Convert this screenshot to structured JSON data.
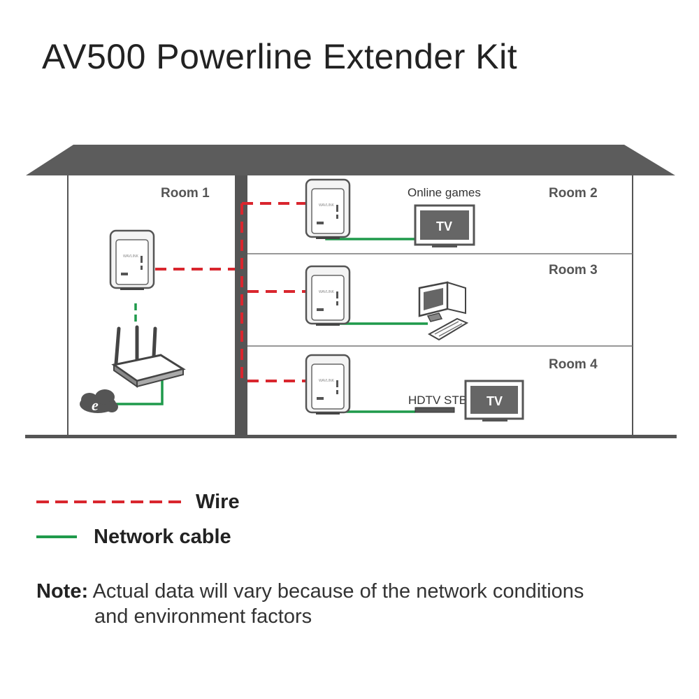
{
  "title": "AV500 Powerline Extender Kit",
  "rooms": [
    {
      "label": "Room 1"
    },
    {
      "label": "Room 2",
      "device_caption": "Online games",
      "screen_label": "TV"
    },
    {
      "label": "Room 3"
    },
    {
      "label": "Room 4",
      "device_caption": "HDTV STB",
      "screen_label": "TV"
    }
  ],
  "internet_glyph": "e",
  "adapter_brand": "WAVLINK",
  "legend": {
    "wire": {
      "label": "Wire",
      "color": "#d9262e",
      "style": "dashed"
    },
    "network_cable": {
      "label": "Network cable",
      "color": "#1f9a4b",
      "style": "solid"
    }
  },
  "note": {
    "label": "Note:",
    "line1": "Actual data will vary because of the network conditions",
    "line2": "and environment factors"
  },
  "colors": {
    "roof": "#5c5c5c",
    "walls": "#555555",
    "monitor_screen": "#666666"
  },
  "icons": [
    "powerline-adapter-icon",
    "router-icon",
    "internet-cloud-icon",
    "tv-icon",
    "desktop-computer-icon",
    "set-top-box-icon"
  ]
}
